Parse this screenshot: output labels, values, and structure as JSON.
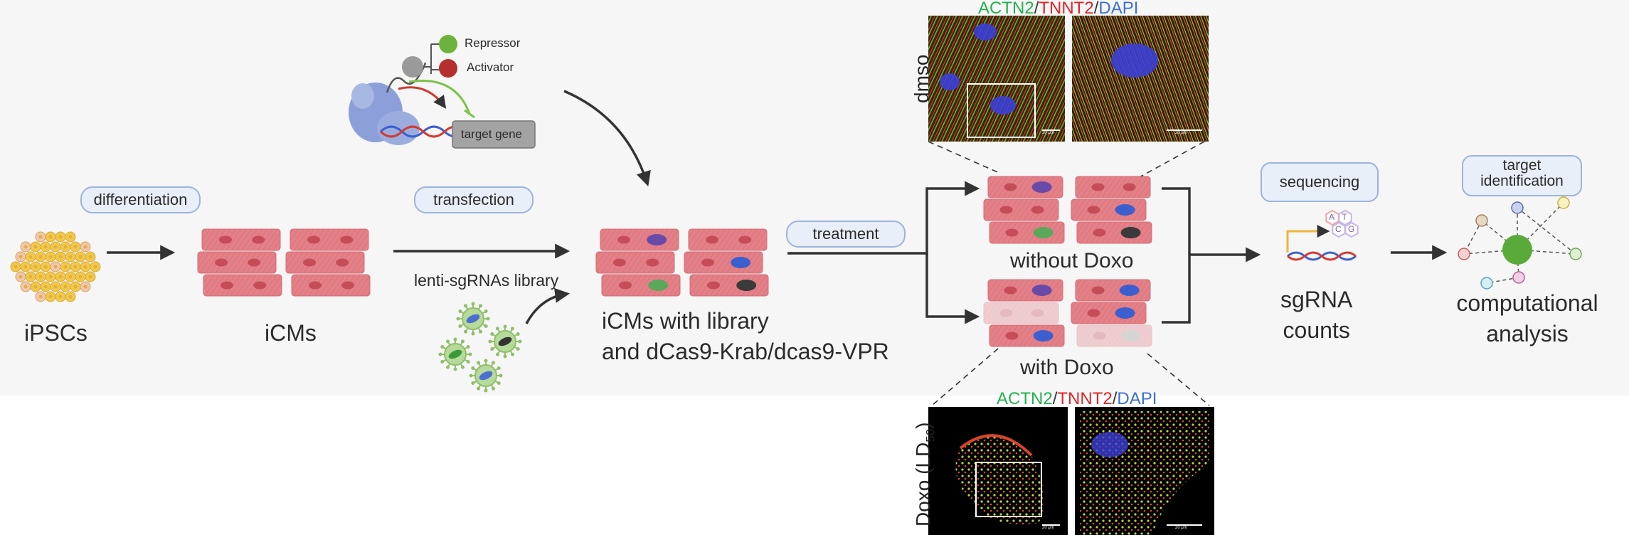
{
  "labels": {
    "ipscs": "iPSCs",
    "icms": "iCMs",
    "differentiation": "differentiation",
    "transfection": "transfection",
    "lenti_library": "lenti-sgRNAs library",
    "icms_with_library_1": "iCMs  with library",
    "icms_with_library_2": "and dCas9-Krab/dcas9-VPR",
    "treatment": "treatment",
    "repressor": "Repressor",
    "activator": "Activator",
    "target_gene": "target gene",
    "without_doxo": "without Doxo",
    "with_doxo": "with Doxo",
    "sequencing": "sequencing",
    "sgrna_counts_1": "sgRNA",
    "sgrna_counts_2": "counts",
    "target_identification_1": "target",
    "target_identification_2": "identification",
    "computational_1": "computational",
    "computational_2": "analysis",
    "dmso": "dmso",
    "doxo_ld": "Doxo (LD",
    "doxo_ld_sub": "50",
    "doxo_ld_close": ")",
    "scale_bar": "20 μm"
  },
  "stain": {
    "actn2": "ACTN2",
    "slash1": "/",
    "tnnt2": "TNNT2",
    "slash2": "/",
    "dapi": "DAPI"
  },
  "bases": [
    "A",
    "T",
    "C",
    "G"
  ],
  "colors": {
    "cell": "#e07a80",
    "cell_dark": "#c44d57",
    "pill_border": "#9cb3dc",
    "pill_fill": "#e9eff9",
    "actn2": "#23b14d",
    "tnnt2": "#e0262b",
    "dapi": "#3b6fd1",
    "ipsc": "#f2c84b",
    "arrow": "#333333"
  }
}
